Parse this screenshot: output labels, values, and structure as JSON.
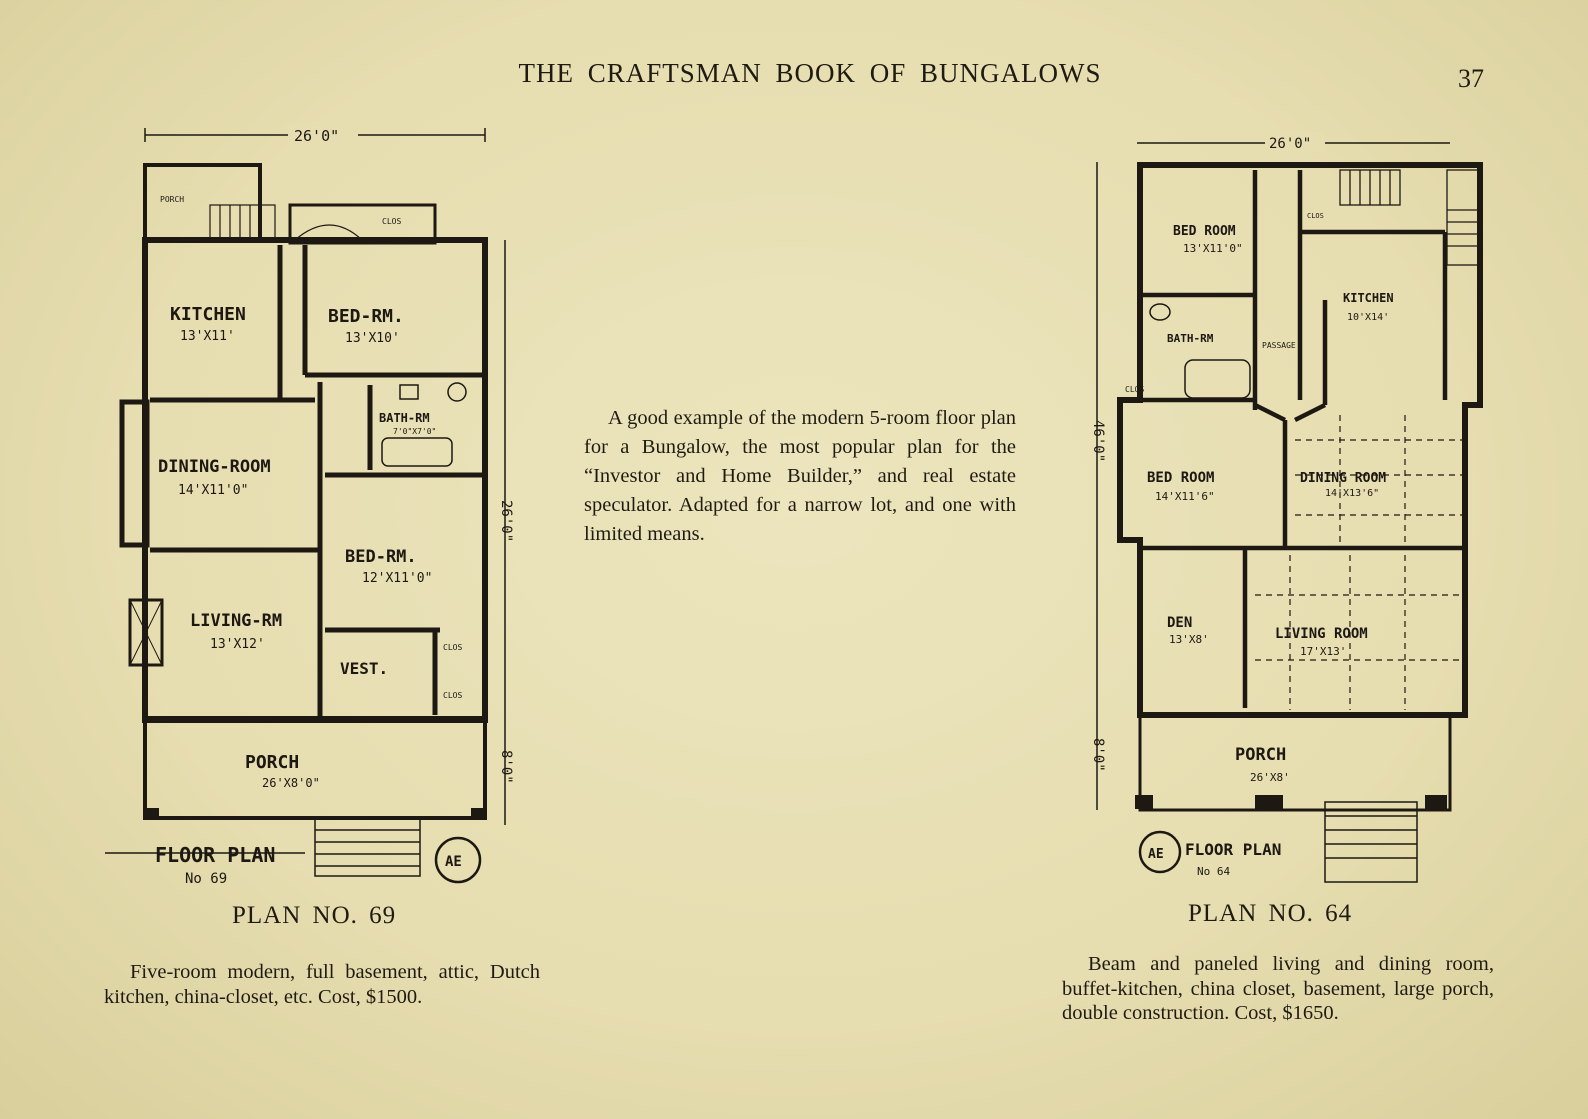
{
  "header": {
    "title": "THE CRAFTSMAN BOOK OF BUNGALOWS",
    "page_number": "37"
  },
  "intro_text": "A good example of the modern 5-room floor plan for a Bungalow, the most popular plan for the “Investor and Home Builder,” and real estate speculator. Adapted for a narrow lot, and one with limited means.",
  "plan_69": {
    "caption": "PLAN NO. 69",
    "description": "Five-room modern, full basement, attic, Dutch kitchen, china-closet, etc. Cost, $1500.",
    "drawing_labels": {
      "width_dim": "26'0\"",
      "depth_dim": "26'0\"",
      "porch_depth_dim": "8'0\"",
      "porch_small": "PORCH",
      "clos_top": "CLOS",
      "kitchen": "KITCHEN",
      "kitchen_size": "13'X11'",
      "bed1": "BED-RM.",
      "bed1_size": "13'X10'",
      "bath": "BATH-RM",
      "bath_size": "7'0\"X7'0\"",
      "dining": "DINING-ROOM",
      "dining_size": "14'X11'0\"",
      "bed2": "BED-RM.",
      "bed2_size": "12'X11'0\"",
      "living": "LIVING-RM",
      "living_size": "13'X12'",
      "vest": "VEST.",
      "clos_mid": "CLOS",
      "clos_low": "CLOS",
      "porch": "PORCH",
      "porch_size": "26'X8'0\"",
      "floor_plan": "FLOOR PLAN",
      "plan_no": "No 69"
    }
  },
  "plan_64": {
    "caption": "PLAN NO. 64",
    "description": "Beam and paneled living and dining room, buffet-kitchen, china closet, basement, large porch, double construction. Cost, $1650.",
    "drawing_labels": {
      "width_dim": "26'0\"",
      "depth_dim": "46'0\"",
      "porch_depth_dim": "8'0\"",
      "bed1": "BED ROOM",
      "bed1_size": "13'X11'0\"",
      "clos1": "CLOS",
      "kitchen": "KITCHEN",
      "kitchen_size": "10'X14'",
      "bath": "BATH-RM",
      "passage": "PASSAGE",
      "clos2": "CLOS",
      "bed2": "BED ROOM",
      "bed2_size": "14'X11'6\"",
      "dining": "DINING ROOM",
      "dining_size": "14'X13'6\"",
      "den": "DEN",
      "den_size": "13'X8'",
      "living": "LIVING ROOM",
      "living_size": "17'X13'",
      "porch": "PORCH",
      "porch_size": "26'X8'",
      "floor_plan": "FLOOR PLAN",
      "plan_no": "No 64"
    }
  }
}
